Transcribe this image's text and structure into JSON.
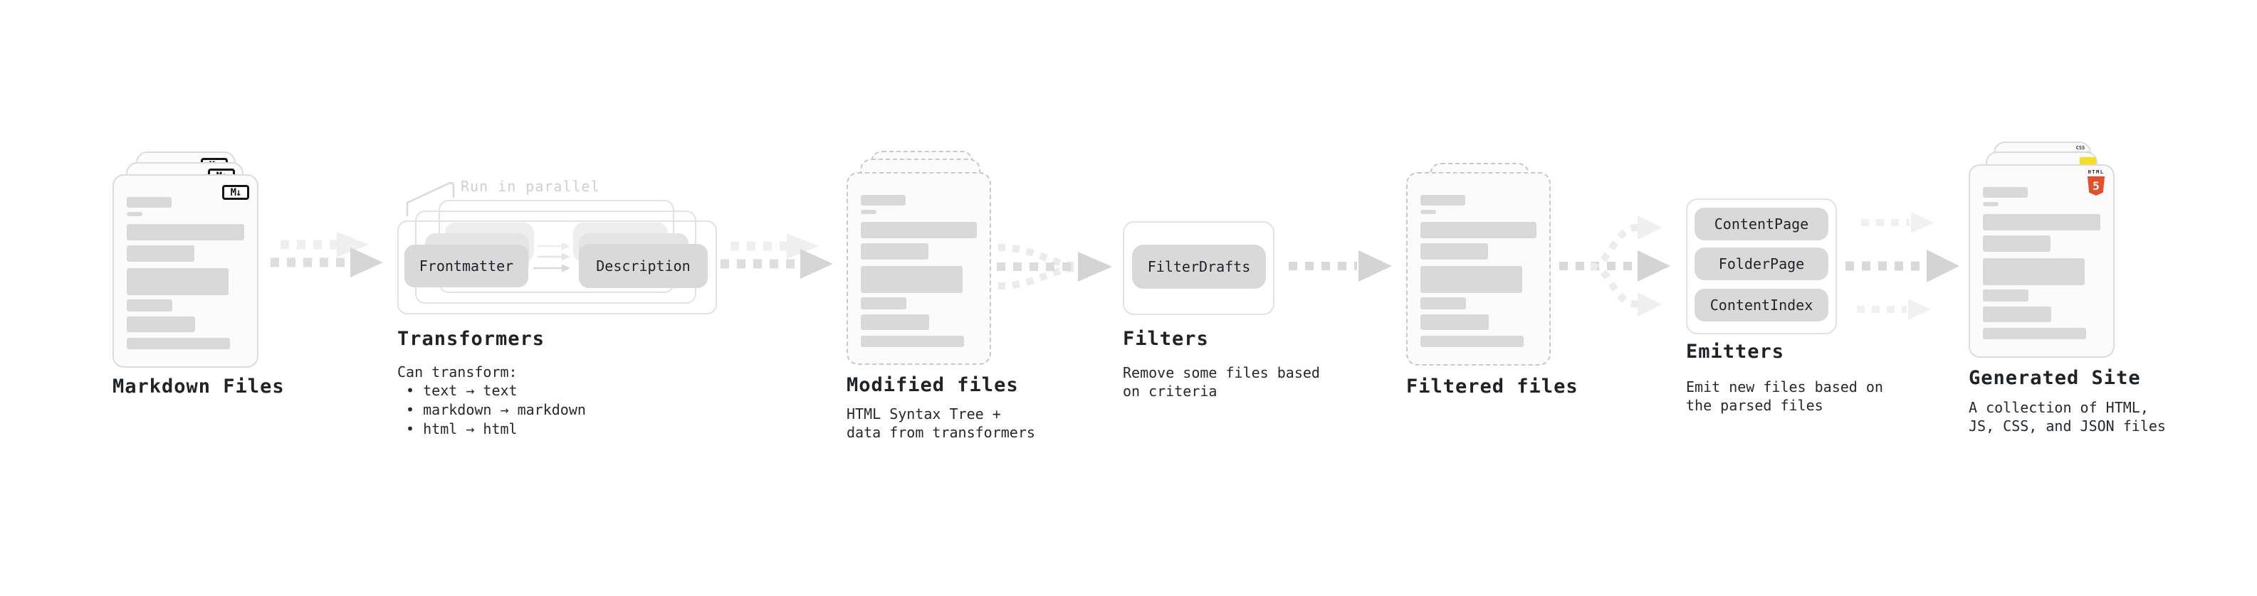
{
  "colors": {
    "html5_orange": "#e34f26",
    "js_yellow": "#f7df1e",
    "css_blue": "#2e6be6",
    "bar_gray": "#d9d9d9",
    "arrow_gray": "#d4d4d4",
    "annotation_gray": "#cfcfcf"
  },
  "stages": {
    "markdown": {
      "label": "Markdown Files",
      "badge": "M↓"
    },
    "transformers": {
      "label": "Transformers",
      "annotation": "Run in parallel",
      "nodes": {
        "left": "Frontmatter",
        "right": "Description"
      },
      "desc_title": "Can transform:",
      "bullets": [
        " • text → text",
        " • markdown → markdown",
        " • html → html"
      ]
    },
    "modified": {
      "label": "Modified files",
      "desc": [
        "HTML Syntax Tree +",
        "data from transformers"
      ]
    },
    "filters": {
      "label": "Filters",
      "node": "FilterDrafts",
      "desc": [
        "Remove some files based",
        "on criteria"
      ]
    },
    "filtered": {
      "label": "Filtered files"
    },
    "emitters": {
      "label": "Emitters",
      "nodes": [
        "ContentPage",
        "FolderPage",
        "ContentIndex"
      ],
      "desc": [
        "Emit new files based on",
        "the parsed files"
      ]
    },
    "generated": {
      "label": "Generated Site",
      "desc": [
        "A collection of HTML,",
        "JS, CSS, and JSON files"
      ],
      "badges": {
        "css": "CSS",
        "html_label": "HTML",
        "html_number": "5"
      }
    }
  }
}
